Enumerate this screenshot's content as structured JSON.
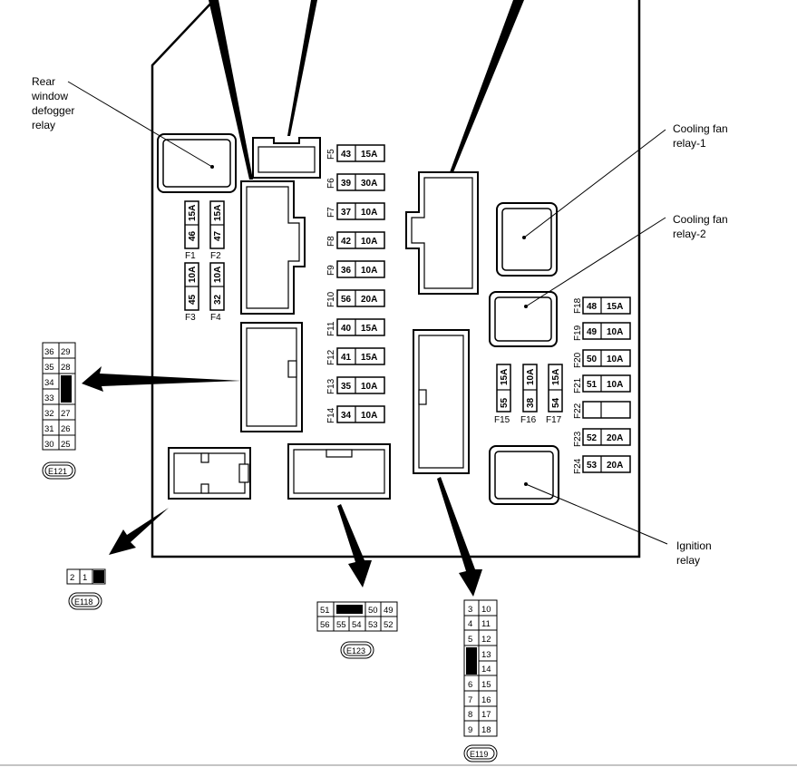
{
  "labels": {
    "rear_defogger": [
      "Rear",
      "window",
      "defogger",
      "relay"
    ],
    "cooling_fan_1": [
      "Cooling fan",
      "relay-1"
    ],
    "cooling_fan_2": [
      "Cooling fan",
      "relay-2"
    ],
    "ignition": [
      "Ignition",
      "relay"
    ]
  },
  "fuses_vertical": [
    {
      "id": "F1",
      "num": "46",
      "amp": "15A"
    },
    {
      "id": "F2",
      "num": "47",
      "amp": "15A"
    },
    {
      "id": "F3",
      "num": "45",
      "amp": "10A"
    },
    {
      "id": "F4",
      "num": "32",
      "amp": "10A"
    },
    {
      "id": "F15",
      "num": "55",
      "amp": "15A"
    },
    {
      "id": "F16",
      "num": "38",
      "amp": "10A"
    },
    {
      "id": "F17",
      "num": "54",
      "amp": "15A"
    }
  ],
  "fuses_center": [
    {
      "id": "F5",
      "num": "43",
      "amp": "15A"
    },
    {
      "id": "F6",
      "num": "39",
      "amp": "30A"
    },
    {
      "id": "F7",
      "num": "37",
      "amp": "10A"
    },
    {
      "id": "F8",
      "num": "42",
      "amp": "10A"
    },
    {
      "id": "F9",
      "num": "36",
      "amp": "10A"
    },
    {
      "id": "F10",
      "num": "56",
      "amp": "20A"
    },
    {
      "id": "F11",
      "num": "40",
      "amp": "15A"
    },
    {
      "id": "F12",
      "num": "41",
      "amp": "15A"
    },
    {
      "id": "F13",
      "num": "35",
      "amp": "10A"
    },
    {
      "id": "F14",
      "num": "34",
      "amp": "10A"
    }
  ],
  "fuses_right": [
    {
      "id": "F18",
      "num": "48",
      "amp": "15A"
    },
    {
      "id": "F19",
      "num": "49",
      "amp": "10A"
    },
    {
      "id": "F20",
      "num": "50",
      "amp": "10A"
    },
    {
      "id": "F21",
      "num": "51",
      "amp": "10A"
    },
    {
      "id": "F22",
      "num": "",
      "amp": ""
    },
    {
      "id": "F23",
      "num": "52",
      "amp": "20A"
    },
    {
      "id": "F24",
      "num": "53",
      "amp": "20A"
    }
  ],
  "connectors": {
    "e121": {
      "tag": "E121",
      "left": [
        "36",
        "35",
        "34",
        "33",
        "32",
        "31",
        "30"
      ],
      "right": [
        "29",
        "28",
        "",
        "",
        "27",
        "26",
        "25"
      ]
    },
    "e118": {
      "tag": "E118",
      "cells": [
        "2",
        "1"
      ]
    },
    "e123": {
      "tag": "E123",
      "top": [
        "51",
        "",
        "",
        "50",
        "49"
      ],
      "bottom": [
        "56",
        "55",
        "54",
        "53",
        "52"
      ]
    },
    "e119": {
      "tag": "E119",
      "left": [
        "3",
        "4",
        "5",
        "",
        "",
        "6",
        "7",
        "8",
        "9"
      ],
      "right": [
        "10",
        "11",
        "12",
        "13",
        "14",
        "15",
        "16",
        "17",
        "18"
      ]
    }
  }
}
